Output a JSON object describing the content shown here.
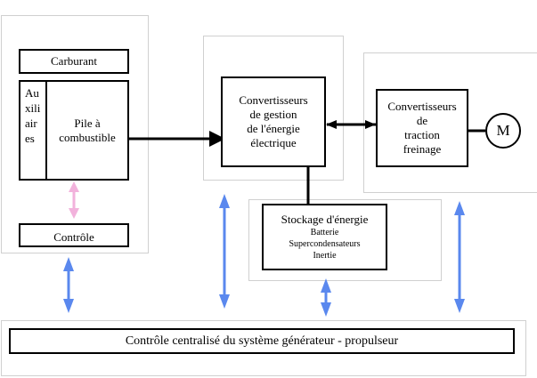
{
  "blocks": {
    "carburant": "Carburant",
    "auxiliaires": "Au\nxili\nair\nes",
    "pile": "Pile à\ncombustible",
    "controle": "Contrôle",
    "convertisseurs_gestion": "Convertisseurs\nde gestion\nde l'énergie\nélectrique",
    "convertisseurs_traction": "Convertisseurs\nde\ntraction\nfreinage",
    "moteur": "M",
    "stockage_title": "Stockage d'énergie",
    "stockage_items": "Batterie\nSupercondensateurs\nInertie",
    "controle_centralise": "Contrôle centralisé du système générateur - propulseur"
  },
  "colors": {
    "blue_arrow": "#5a88ee",
    "pink_arrow": "#f2b2dc"
  }
}
